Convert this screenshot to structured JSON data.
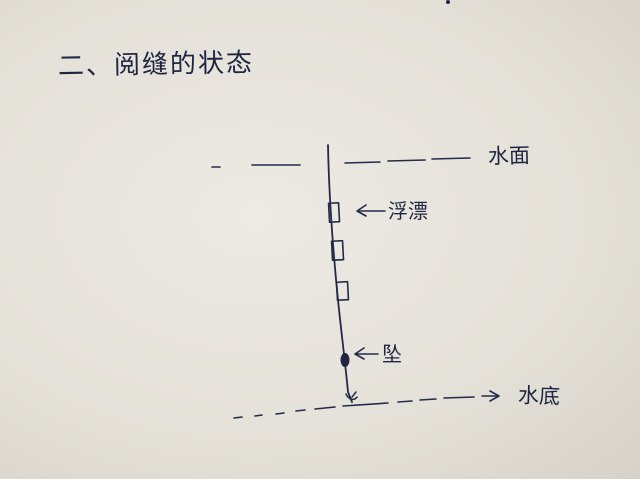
{
  "title": "二、阅缝的状态",
  "labels": {
    "water_surface": "水面",
    "float": "浮漂",
    "sinker": "坠",
    "water_bottom": "水底"
  }
}
